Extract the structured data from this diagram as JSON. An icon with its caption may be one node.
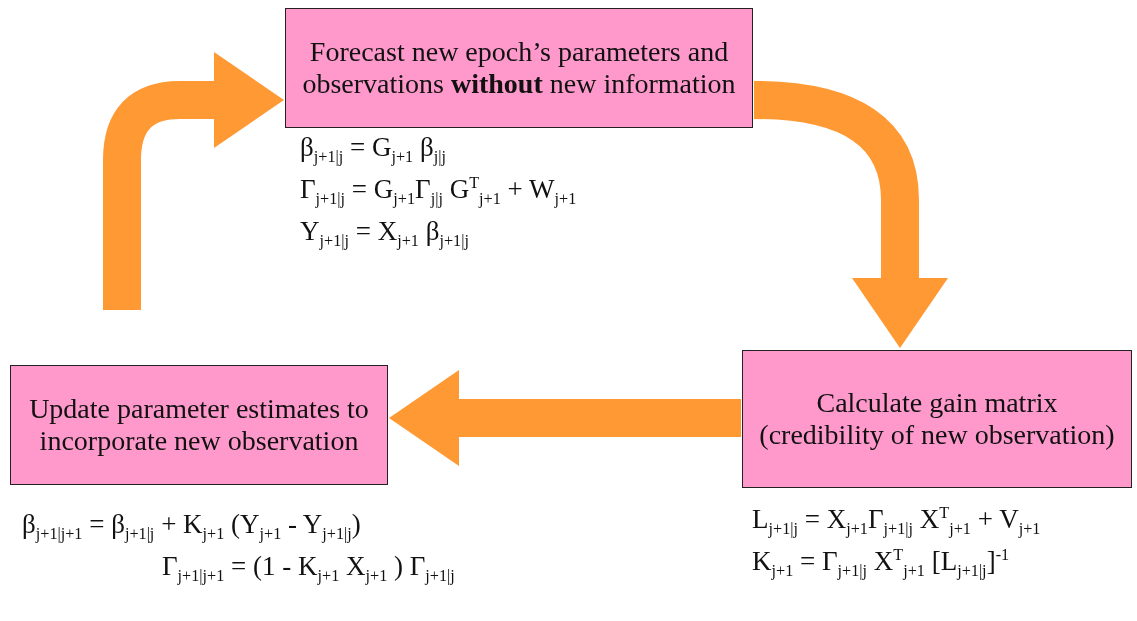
{
  "diagram": {
    "nodes": [
      {
        "text": [
          "Forecast new epoch’s parameters and observations **without** new information"
        ],
        "beside": [
          "β$_{j+1|j}$ = G$_{j+1}$  β$_{j|j}$",
          "Γ$_{j+1|j}$ = G$_{j+1}$Γ$_{j|j}$ G$^{T}$$_{j+1}$ + W$_{j+1}$",
          "Y$_{j+1|j}$ = X$_{j+1}$ β$_{j+1|j}$"
        ]
      },
      {
        "text": [
          "Calculate gain matrix (credibility of new observation)"
        ],
        "beside": [
          "L$_{j+1|j}$ = X$_{j+1}$Γ$_{j+1|j}$ X$^{T}$$_{j+1}$ + V$_{j+1}$",
          "K$_{j+1}$ = Γ$_{j+1|j}$ X$^{T}$$_{j+1}$ [L$_{j+1|j}$]$^{-1}$"
        ]
      },
      {
        "text": [
          "Update parameter estimates to incorporate new observation"
        ],
        "beside": [
          "β$_{j+1|j+1}$ = β$_{j+1|j}$ + K$_{j+1}$ (Y$_{j+1}$ - Y$_{j+1|j}$)",
          "Γ$_{j+1|j+1}$ = (1 - K$_{j+1}$ X$_{j+1}$ ) Γ$_{j+1|j}$"
        ]
      }
    ],
    "edges": [
      {
        "from": 0,
        "to": 1,
        "arrow": "to"
      },
      {
        "from": 1,
        "to": 2,
        "arrow": "to"
      },
      {
        "from": 2,
        "to": 0,
        "arrow": "to"
      }
    ]
  }
}
